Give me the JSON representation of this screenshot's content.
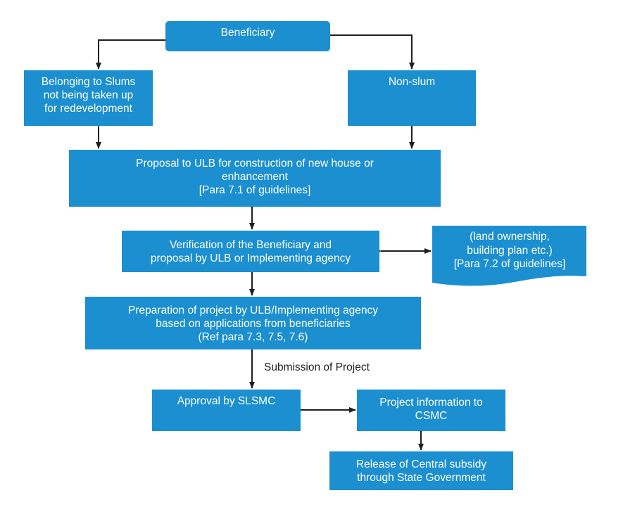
{
  "diagram": {
    "nodes": {
      "beneficiary": {
        "lines": [
          "Beneficiary"
        ]
      },
      "slums": {
        "lines": [
          "Belonging to Slums",
          "not being taken up",
          "for redevelopment"
        ]
      },
      "nonslum": {
        "lines": [
          "Non-slum"
        ]
      },
      "proposal": {
        "lines": [
          "Proposal to ULB for construction of new house or",
          "enhancement",
          "[Para 7.1 of guidelines]"
        ]
      },
      "verification": {
        "lines": [
          "Verification of the Beneficiary and",
          "proposal by ULB or Implementing agency"
        ]
      },
      "documents": {
        "lines": [
          "(land ownership,",
          "building plan etc.)",
          "[Para 7.2 of guidelines]"
        ]
      },
      "preparation": {
        "lines": [
          "Preparation of project by ULB/Implementing agency",
          "based on applications from beneficiaries",
          "(Ref para 7.3, 7.5, 7.6)"
        ]
      },
      "slsmc": {
        "lines": [
          "Approval by SLSMC"
        ]
      },
      "csmc": {
        "lines": [
          "Project information to",
          "CSMC"
        ]
      },
      "release": {
        "lines": [
          "Release of Central subsidy",
          "through State Government"
        ]
      }
    },
    "edge_labels": {
      "submission": "Submission of Project"
    },
    "colors": {
      "node_fill": "#1b8fcf",
      "node_text": "#ffffff",
      "arrow": "#1f1f1f"
    }
  }
}
